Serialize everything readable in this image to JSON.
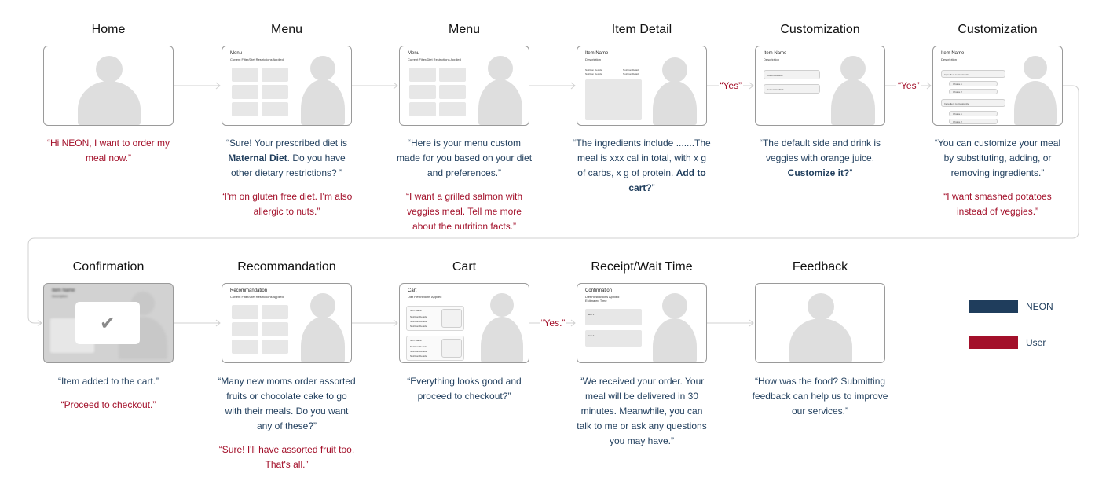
{
  "colors": {
    "neon": "#1f3d5c",
    "user": "#a3102a",
    "arrow": "#d0d0d0"
  },
  "row1": [
    {
      "title": "Home",
      "screen": {
        "kind": "blank"
      },
      "neon": [],
      "user": [
        "“Hi NEON, I want to order my meal now.”"
      ]
    },
    {
      "title": "Menu",
      "screen": {
        "kind": "menu",
        "title": "Menu",
        "sub": "Current Filter/Diet Restrictions Applied"
      },
      "neon": [
        {
          "pre": "“Sure! Your prescribed diet is ",
          "bold": "Maternal Diet",
          "post": ". Do you have other dietary restrictions? ”"
        }
      ],
      "user": [
        "“I'm on gluten free diet. I'm also allergic to nuts.”"
      ]
    },
    {
      "title": "Menu",
      "screen": {
        "kind": "menu",
        "title": "Menu",
        "sub": "Current Filter/Diet Restrictions Applied"
      },
      "neon": [
        {
          "pre": "“Here is your menu custom made for you based on your diet and preferences.”",
          "bold": "",
          "post": ""
        }
      ],
      "user": [
        "“I want a grilled salmon with veggies meal. Tell me more about the nutrition facts.”"
      ]
    },
    {
      "title": "Item Detail",
      "screen": {
        "kind": "detail",
        "title": "Item Name",
        "sub": "Description",
        "lines": [
          "Nutrition Details",
          "Nutrition Details",
          "Nutrition Details",
          "Nutrition Details"
        ]
      },
      "neon": [
        {
          "pre": "“The ingredients include .......The meal is xxx cal in total, with x g of carbs, x g of protein. ",
          "bold": "Add to cart?",
          "post": "”"
        }
      ],
      "user": []
    },
    {
      "title": "Customization",
      "screen": {
        "kind": "custom1",
        "title": "Item Name",
        "sub": "Description",
        "options": [
          "Customize side",
          "Customize drink"
        ]
      },
      "neon": [
        {
          "pre": "“The default side and drink is veggies with orange juice. ",
          "bold": "Customize it?",
          "post": "”"
        }
      ],
      "user": []
    },
    {
      "title": "Customization",
      "screen": {
        "kind": "custom2",
        "title": "Item Name",
        "sub": "Description",
        "ingredient": "Ingredient to Customize",
        "choice1": "Choice 1",
        "choice2": "Choice 2"
      },
      "neon": [
        {
          "pre": "“You can customize your meal by substituting, adding, or removing ingredients.”",
          "bold": "",
          "post": ""
        }
      ],
      "user": [
        "“I want smashed potatoes instead of veggies.”"
      ]
    }
  ],
  "row2": [
    {
      "title": "Confirmation",
      "screen": {
        "kind": "confirm",
        "title": "Item Name",
        "sub": "Description",
        "check": "✔"
      },
      "neon": [
        {
          "pre": "“Item added to the cart.”",
          "bold": "",
          "post": ""
        }
      ],
      "user": [
        "“Proceed to checkout.”"
      ]
    },
    {
      "title": "Recommandation",
      "screen": {
        "kind": "menu",
        "title": "Recommandation",
        "sub": "Current Filter/Diet Restrictions Applied"
      },
      "neon": [
        {
          "pre": "“Many new moms order assorted fruits or chocolate cake to go with their meals. Do you want any of these?”",
          "bold": "",
          "post": ""
        }
      ],
      "user": [
        "“Sure! I'll have assorted fruit too. That's all.”"
      ]
    },
    {
      "title": "Cart",
      "screen": {
        "kind": "cart",
        "title": "Cart",
        "sub": "Diet Restrictions Applied",
        "item": "Item Name",
        "detail": "Nutrition Details"
      },
      "neon": [
        {
          "pre": "“Everything looks good and proceed to checkout?”",
          "bold": "",
          "post": ""
        }
      ],
      "user": []
    },
    {
      "title": "Receipt/Wait Time",
      "screen": {
        "kind": "receipt",
        "title": "Confirmation",
        "sub": "Diet Restrictions Applied",
        "sub2": "Estimated Time",
        "items": [
          "Item 1",
          "Item 2"
        ]
      },
      "neon": [
        {
          "pre": "“We received your order. Your meal will be delivered in 30 minutes. Meanwhile, you can talk to me or ask any questions you may have.”",
          "bold": "",
          "post": ""
        }
      ],
      "user": []
    },
    {
      "title": "Feedback",
      "screen": {
        "kind": "blank"
      },
      "neon": [
        {
          "pre": "“How was the food? Submitting feedback can help us to improve our services.”",
          "bold": "",
          "post": ""
        }
      ],
      "user": []
    }
  ],
  "yes_labels": [
    "“Yes”",
    "“Yes”",
    "“Yes.”"
  ],
  "legend": [
    {
      "label": "NEON",
      "color": "#1f3d5c"
    },
    {
      "label": "User",
      "color": "#a3102a"
    }
  ]
}
